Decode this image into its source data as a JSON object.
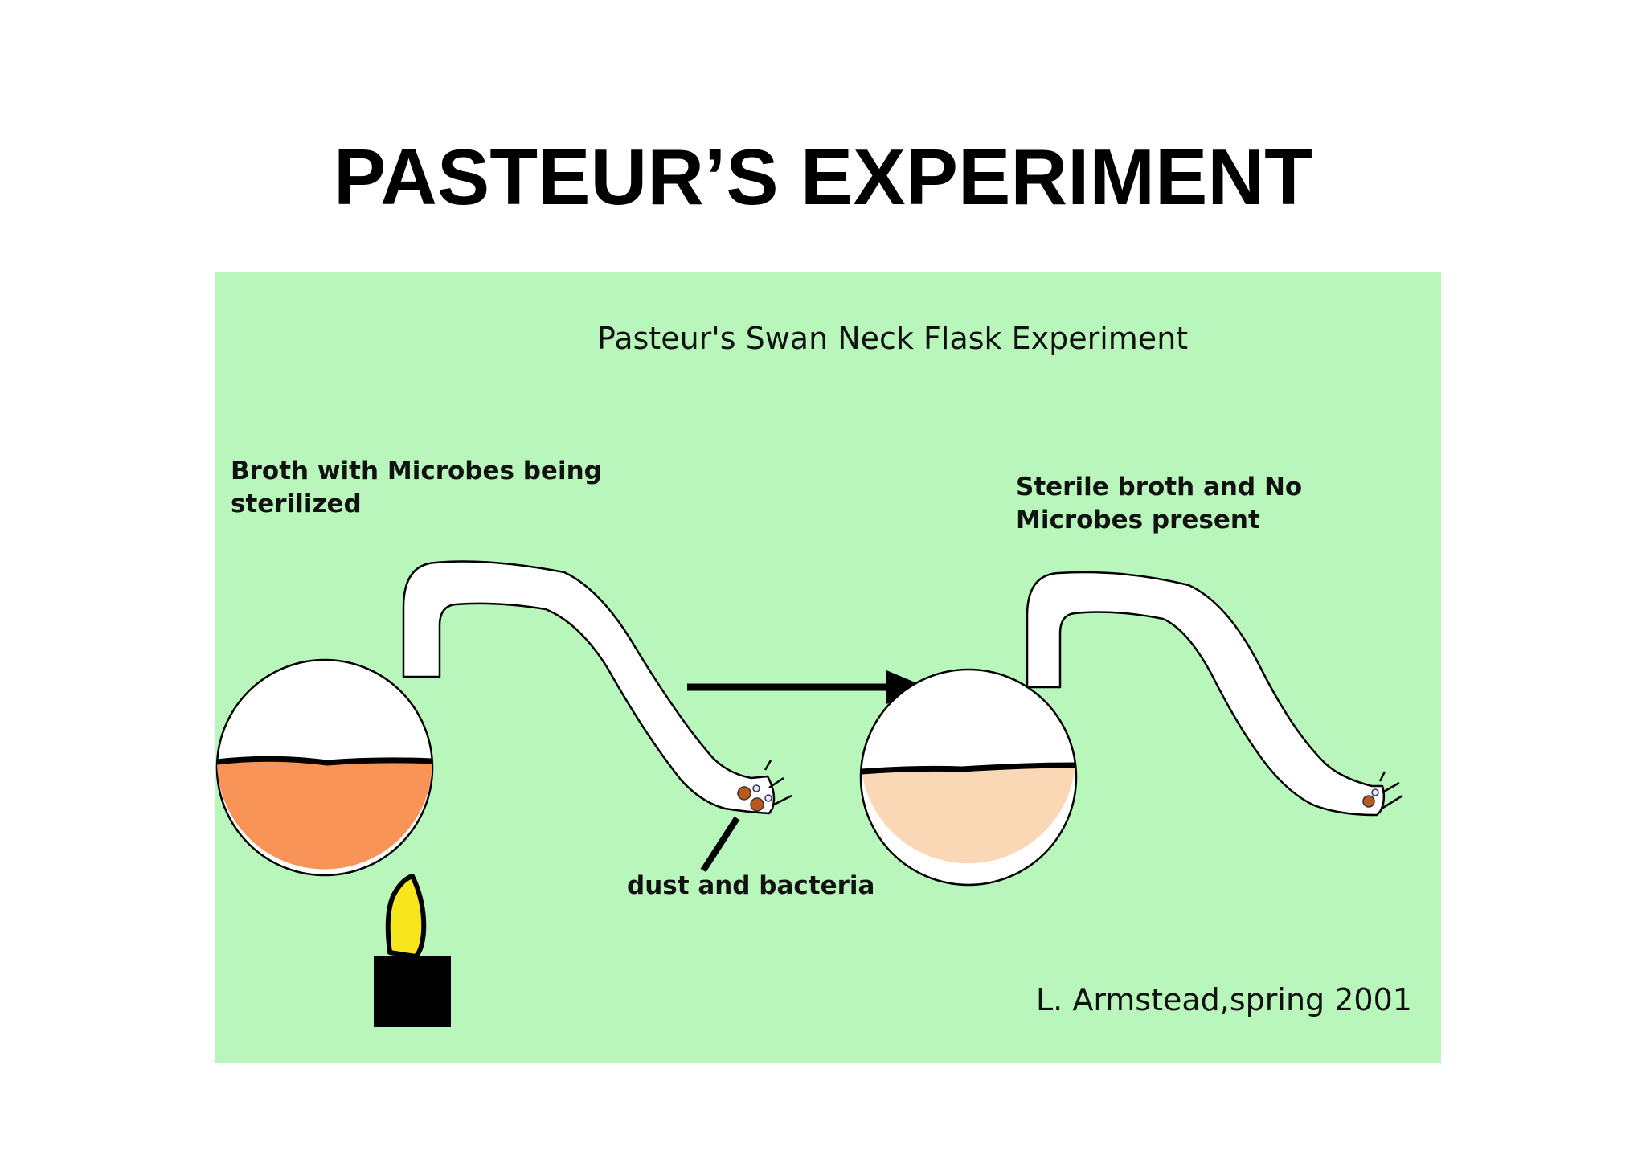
{
  "slide": {
    "title": "PASTEUR’S EXPERIMENT"
  },
  "diagram": {
    "title": "Pasteur's Swan Neck Flask Experiment",
    "left_label_line1": "Broth with Microbes being",
    "left_label_line2": "sterilized",
    "right_label_line1": "Sterile broth  and No",
    "right_label_line2": "Microbes present",
    "pointer_label": "dust and bacteria",
    "credit": "L. Armstead,spring 2001",
    "colors": {
      "background": "#b9f6bb",
      "broth_left": "#f99459",
      "broth_right": "#fad8b6",
      "flame": "#f8e61c",
      "glass": "#ffffff",
      "particles": "#b85a1e"
    }
  }
}
